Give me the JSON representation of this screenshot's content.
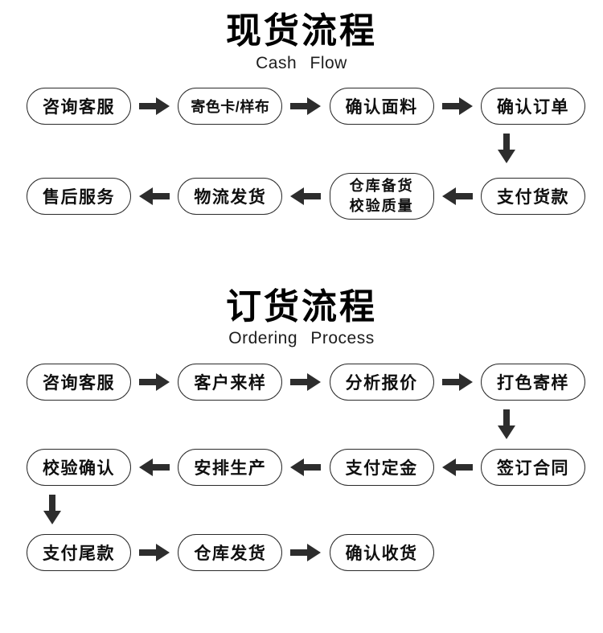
{
  "flow1": {
    "title": "现货流程",
    "subtitle": "Cash Flow",
    "row1": [
      {
        "label": "咨询客服"
      },
      {
        "label": "寄色卡/样布"
      },
      {
        "label": "确认面料"
      },
      {
        "label": "确认订单"
      }
    ],
    "row2": [
      {
        "label": "售后服务"
      },
      {
        "label": "物流发货"
      },
      {
        "label_line1": "仓库备货",
        "label_line2": "校验质量"
      },
      {
        "label": "支付货款"
      }
    ]
  },
  "flow2": {
    "title": "订货流程",
    "subtitle": "Ordering Process",
    "row1": [
      {
        "label": "咨询客服"
      },
      {
        "label": "客户来样"
      },
      {
        "label": "分析报价"
      },
      {
        "label": "打色寄样"
      }
    ],
    "row2": [
      {
        "label": "校验确认"
      },
      {
        "label": "安排生产"
      },
      {
        "label": "支付定金"
      },
      {
        "label": "签订合同"
      }
    ],
    "row3": [
      {
        "label": "支付尾款"
      },
      {
        "label": "仓库发货"
      },
      {
        "label": "确认收货"
      }
    ]
  },
  "colors": {
    "arrow": "#2d2d2d",
    "box_border": "#2a2a2a",
    "text": "#0f0f0f",
    "background": "#ffffff"
  }
}
